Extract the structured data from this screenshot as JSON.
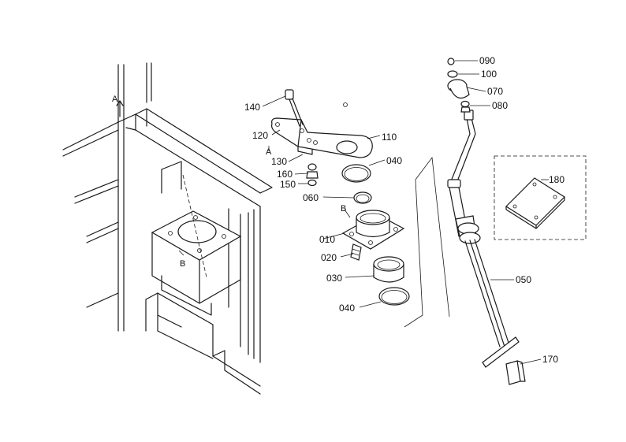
{
  "callouts": {
    "c090": "090",
    "c100": "100",
    "c070": "070",
    "c080": "080",
    "c140": "140",
    "c120": "120",
    "c110": "110",
    "c130": "130",
    "c160": "160",
    "c150": "150",
    "c040a": "040",
    "c060": "060",
    "c010": "010",
    "c020": "020",
    "c030": "030",
    "c040b": "040",
    "c050": "050",
    "c170": "170",
    "c180": "180"
  },
  "refs": {
    "a_top": "A",
    "a_plate": "A",
    "b_holder": "B",
    "b_box": "B"
  }
}
